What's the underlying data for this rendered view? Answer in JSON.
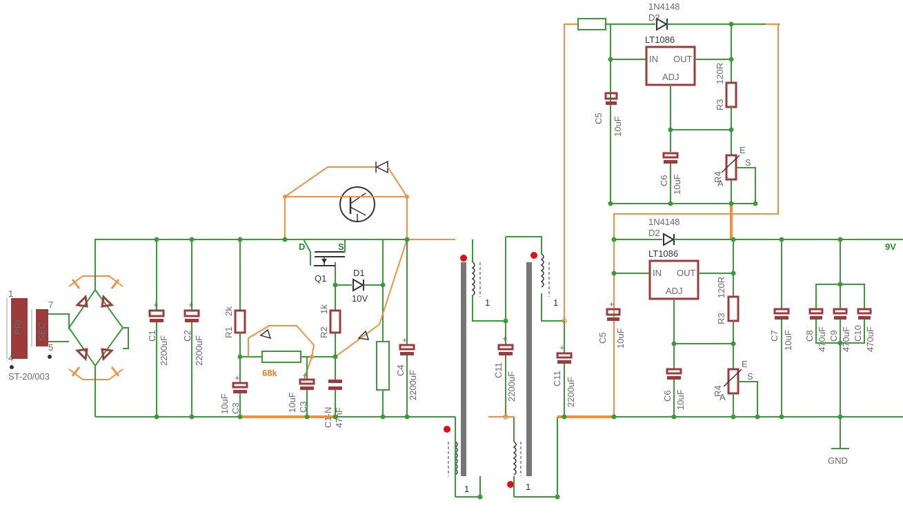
{
  "transformer": {
    "name": "ST-20/003",
    "pri": "PRI",
    "sec": "SEC",
    "pins": [
      "1",
      "4",
      "7",
      "5"
    ]
  },
  "capacitors": {
    "c1": {
      "name": "C1",
      "value": "2200uF"
    },
    "c2": {
      "name": "C2",
      "value": "2200uF"
    },
    "c3a": {
      "name": "C3",
      "value": "10uF"
    },
    "c3b": {
      "name": "C3",
      "value": "10uF"
    },
    "c1n": {
      "name": "C1-N",
      "value": "47nF"
    },
    "c4": {
      "name": "C4",
      "value": "2200uF"
    },
    "c11a": {
      "name": "C11",
      "value": "2200uF"
    },
    "c11b": {
      "name": "C11",
      "value": "2200uF"
    },
    "c5top": {
      "name": "C5",
      "value": "10uF"
    },
    "c6top": {
      "name": "C6",
      "value": "10uF"
    },
    "c5bot": {
      "name": "C5",
      "value": "10uF"
    },
    "c6bot": {
      "name": "C6",
      "value": "10uF"
    },
    "c7": {
      "name": "C7",
      "value": "10uF"
    },
    "c8": {
      "name": "C8",
      "value": "470uF"
    },
    "c9": {
      "name": "C9",
      "value": "470uF"
    },
    "c10": {
      "name": "C10",
      "value": "470uF"
    }
  },
  "resistors": {
    "r1": {
      "name": "R1",
      "value": "2k"
    },
    "r2": {
      "name": "R2",
      "value": "1k"
    },
    "r68k": {
      "value": "68k"
    },
    "r3top": {
      "name": "R3",
      "value": "120R"
    },
    "r3bot": {
      "name": "R3",
      "value": "120R"
    },
    "r4top": {
      "name": "R4"
    },
    "r4bot": {
      "name": "R4"
    }
  },
  "semis": {
    "q1": "Q1",
    "d": "D",
    "s": "S",
    "d1": "D1",
    "d1_value": "10V",
    "d2top": {
      "name": "D2",
      "value": "1N4148"
    },
    "d2bot": {
      "name": "D2",
      "value": "1N4148"
    }
  },
  "regulators": {
    "top": {
      "name": "LT1086",
      "in": "IN",
      "out": "OUT",
      "adj": "ADJ"
    },
    "bot": {
      "name": "LT1086",
      "in": "IN",
      "out": "OUT",
      "adj": "ADJ"
    }
  },
  "pot_labels": {
    "e": "E",
    "a": "A",
    "s": "S"
  },
  "coil_pin": "1",
  "output": {
    "voltage": "9V",
    "gnd": "GND"
  }
}
